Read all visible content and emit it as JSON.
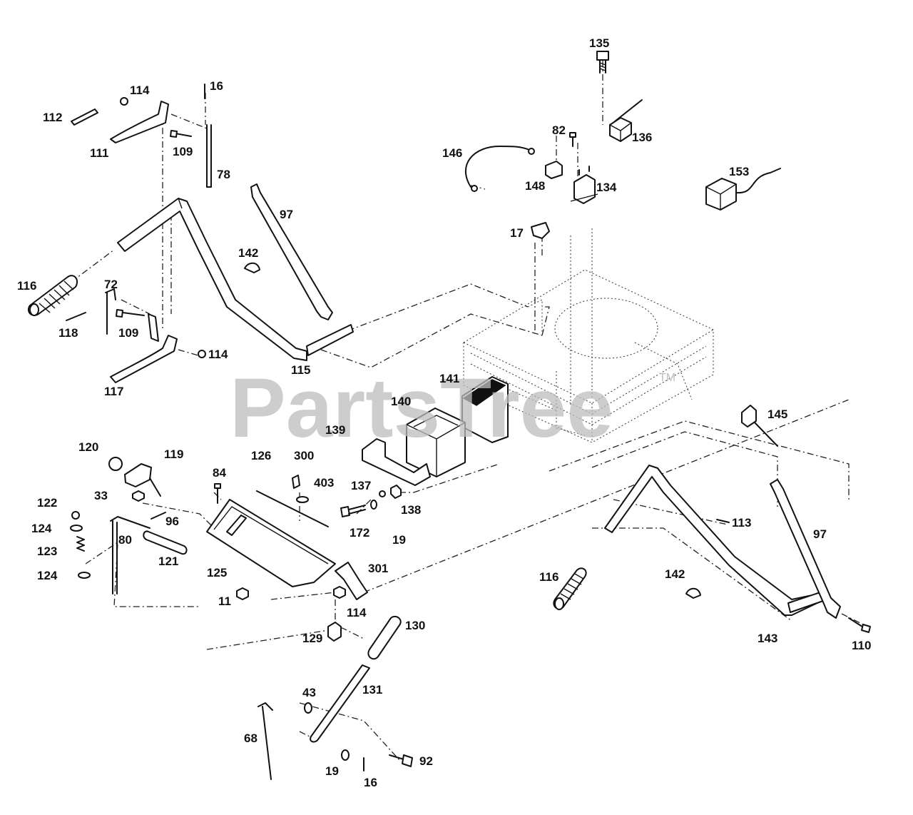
{
  "watermark": {
    "text": "PartsTree",
    "trademark": "TM"
  },
  "callouts": [
    {
      "id": "c135",
      "label": "135"
    },
    {
      "id": "c136",
      "label": "136"
    },
    {
      "id": "c82",
      "label": "82"
    },
    {
      "id": "c146",
      "label": "146"
    },
    {
      "id": "c148",
      "label": "148"
    },
    {
      "id": "c134",
      "label": "134"
    },
    {
      "id": "c153",
      "label": "153"
    },
    {
      "id": "c17",
      "label": "17"
    },
    {
      "id": "c114a",
      "label": "114"
    },
    {
      "id": "c16a",
      "label": "16"
    },
    {
      "id": "c112",
      "label": "112"
    },
    {
      "id": "c111",
      "label": "111"
    },
    {
      "id": "c109a",
      "label": "109"
    },
    {
      "id": "c78",
      "label": "78"
    },
    {
      "id": "c97a",
      "label": "97"
    },
    {
      "id": "c142a",
      "label": "142"
    },
    {
      "id": "c116a",
      "label": "116"
    },
    {
      "id": "c72",
      "label": "72"
    },
    {
      "id": "c118",
      "label": "118"
    },
    {
      "id": "c109b",
      "label": "109"
    },
    {
      "id": "c114b",
      "label": "114"
    },
    {
      "id": "c115",
      "label": "115"
    },
    {
      "id": "c117",
      "label": "117"
    },
    {
      "id": "c141",
      "label": "141"
    },
    {
      "id": "c140",
      "label": "140"
    },
    {
      "id": "c139",
      "label": "139"
    },
    {
      "id": "c145",
      "label": "145"
    },
    {
      "id": "c120",
      "label": "120"
    },
    {
      "id": "c119",
      "label": "119"
    },
    {
      "id": "c126",
      "label": "126"
    },
    {
      "id": "c300",
      "label": "300"
    },
    {
      "id": "c84",
      "label": "84"
    },
    {
      "id": "c403",
      "label": "403"
    },
    {
      "id": "c33",
      "label": "33"
    },
    {
      "id": "c137",
      "label": "137"
    },
    {
      "id": "c138",
      "label": "138"
    },
    {
      "id": "c122",
      "label": "122"
    },
    {
      "id": "c96",
      "label": "96"
    },
    {
      "id": "c124a",
      "label": "124"
    },
    {
      "id": "c172",
      "label": "172"
    },
    {
      "id": "c19a",
      "label": "19"
    },
    {
      "id": "c113",
      "label": "113"
    },
    {
      "id": "c97b",
      "label": "97"
    },
    {
      "id": "c123",
      "label": "123"
    },
    {
      "id": "c80",
      "label": "80"
    },
    {
      "id": "c121",
      "label": "121"
    },
    {
      "id": "c124b",
      "label": "124"
    },
    {
      "id": "c125",
      "label": "125"
    },
    {
      "id": "c301",
      "label": "301"
    },
    {
      "id": "c116b",
      "label": "116"
    },
    {
      "id": "c142b",
      "label": "142"
    },
    {
      "id": "c11",
      "label": "11"
    },
    {
      "id": "c114c",
      "label": "114"
    },
    {
      "id": "c130",
      "label": "130"
    },
    {
      "id": "c129",
      "label": "129"
    },
    {
      "id": "c143",
      "label": "143"
    },
    {
      "id": "c110",
      "label": "110"
    },
    {
      "id": "c131",
      "label": "131"
    },
    {
      "id": "c43",
      "label": "43"
    },
    {
      "id": "c68",
      "label": "68"
    },
    {
      "id": "c92",
      "label": "92"
    },
    {
      "id": "c19b",
      "label": "19"
    },
    {
      "id": "c16b",
      "label": "16"
    }
  ]
}
